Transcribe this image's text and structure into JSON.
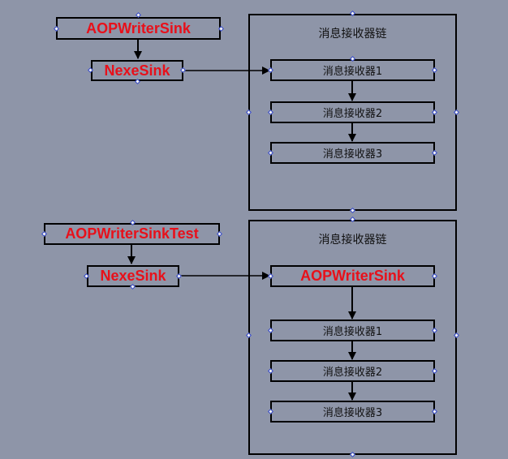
{
  "diagram": {
    "top": {
      "source_sink": "AOPWriterSink",
      "nexe_sink": "NexeSink",
      "chain_title": "消息接收器链",
      "receivers": [
        "消息接收器1",
        "消息接收器2",
        "消息接收器3"
      ]
    },
    "bottom": {
      "source_sink": "AOPWriterSinkTest",
      "nexe_sink": "NexeSink",
      "chain_title": "消息接收器链",
      "first_chain_item": "AOPWriterSink",
      "receivers": [
        "消息接收器1",
        "消息接收器2",
        "消息接收器3"
      ]
    }
  },
  "colors": {
    "background": "#8e95a8",
    "sink_text": "#e8101a",
    "line": "#000000"
  }
}
